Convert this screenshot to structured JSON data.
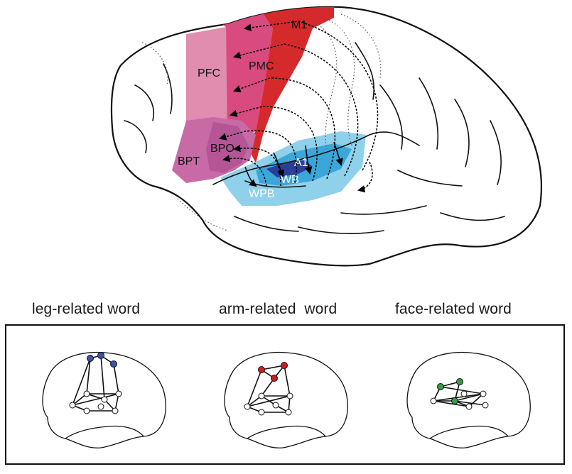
{
  "brain": {
    "regions": {
      "m1": "M1",
      "pmc": "PMC",
      "pfc": "PFC",
      "bpo": "BPO",
      "bpt": "BPT",
      "a1": "A1",
      "wb": "WB",
      "wpb": "WPB"
    },
    "colors": {
      "m1": "#d42a2c",
      "pmc": "#d94a7e",
      "pfc": "#e08db0",
      "bpo_bpt": "#c76aa6",
      "auditory": "#8fd0ea",
      "wb": "#3aa7d8",
      "a1": "#2b3f9a"
    }
  },
  "panels": [
    {
      "caption": "leg-related word",
      "node_color": "#3d52a8",
      "icon": "brain-outline-icon"
    },
    {
      "caption": "arm-related  word",
      "node_color": "#d11a24",
      "icon": "brain-outline-icon"
    },
    {
      "caption": "face-related word",
      "node_color": "#3a9a48",
      "icon": "brain-outline-icon"
    }
  ]
}
